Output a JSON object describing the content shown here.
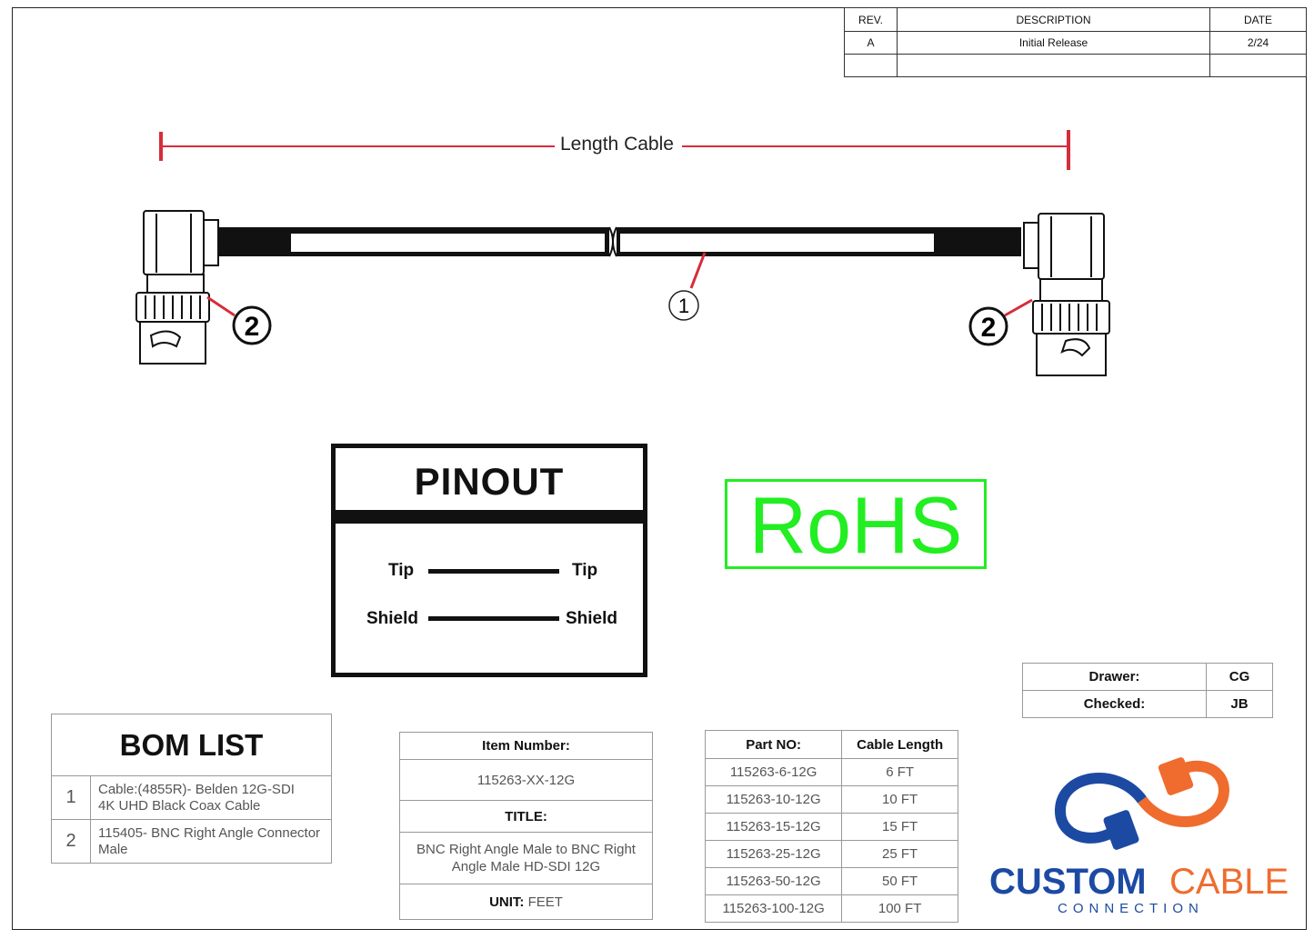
{
  "revision": {
    "headers": [
      "REV.",
      "DESCRIPTION",
      "DATE"
    ],
    "rows": [
      [
        "A",
        "Initial Release",
        "2/24"
      ],
      [
        "",
        "",
        ""
      ]
    ]
  },
  "drawing": {
    "length_label": "Length Cable",
    "callout_cable": "1",
    "callout_connector": "2",
    "accent_color": "#d62d3a"
  },
  "pinout": {
    "title": "PINOUT",
    "rows": [
      {
        "left": "Tip",
        "right": "Tip"
      },
      {
        "left": "Shield",
        "right": "Shield"
      }
    ]
  },
  "rohs": {
    "label": "RoHS",
    "color": "#22ee22"
  },
  "signoff": [
    {
      "label": "Drawer:",
      "value": "CG"
    },
    {
      "label": "Checked:",
      "value": "JB"
    }
  ],
  "bom": {
    "title": "BOM LIST",
    "items": [
      {
        "num": "1",
        "line1": "Cable:(4855R)- Belden 12G-SDI",
        "line2": "4K UHD Black Coax Cable"
      },
      {
        "num": "2",
        "line1": "115405- BNC Right Angle Connector",
        "line2": "Male"
      }
    ]
  },
  "item_info": {
    "item_label": "Item Number:",
    "item_value": "115263-XX-12G",
    "title_label": "TITLE:",
    "title_line1": "BNC Right Angle Male to BNC Right",
    "title_line2": "Angle Male HD-SDI 12G",
    "unit_label": "UNIT:",
    "unit_value": "FEET"
  },
  "parts": {
    "headers": [
      "Part NO:",
      "Cable Length"
    ],
    "rows": [
      [
        "115263-6-12G",
        "6 FT"
      ],
      [
        "115263-10-12G",
        "10 FT"
      ],
      [
        "115263-15-12G",
        "15 FT"
      ],
      [
        "115263-25-12G",
        "25 FT"
      ],
      [
        "115263-50-12G",
        "50 FT"
      ],
      [
        "115263-100-12G",
        "100 FT"
      ]
    ]
  },
  "logo": {
    "word1": "CUSTOM",
    "word2": "CABLE",
    "word3": "CONNECTION",
    "blue": "#1c4aa3",
    "orange": "#ef6c2e"
  }
}
